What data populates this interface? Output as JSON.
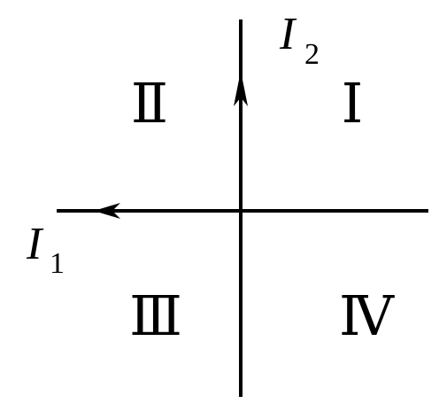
{
  "colors": {
    "background": "#ffffff",
    "ink": "#000000"
  },
  "axes": {
    "vertical": {
      "label_main": "I",
      "label_sub": "2"
    },
    "horizontal": {
      "label_main": "I",
      "label_sub": "1"
    }
  },
  "quadrants": {
    "q1": "Ⅰ",
    "q2": "Ⅱ",
    "q3": "Ⅲ",
    "q4": "Ⅳ"
  }
}
